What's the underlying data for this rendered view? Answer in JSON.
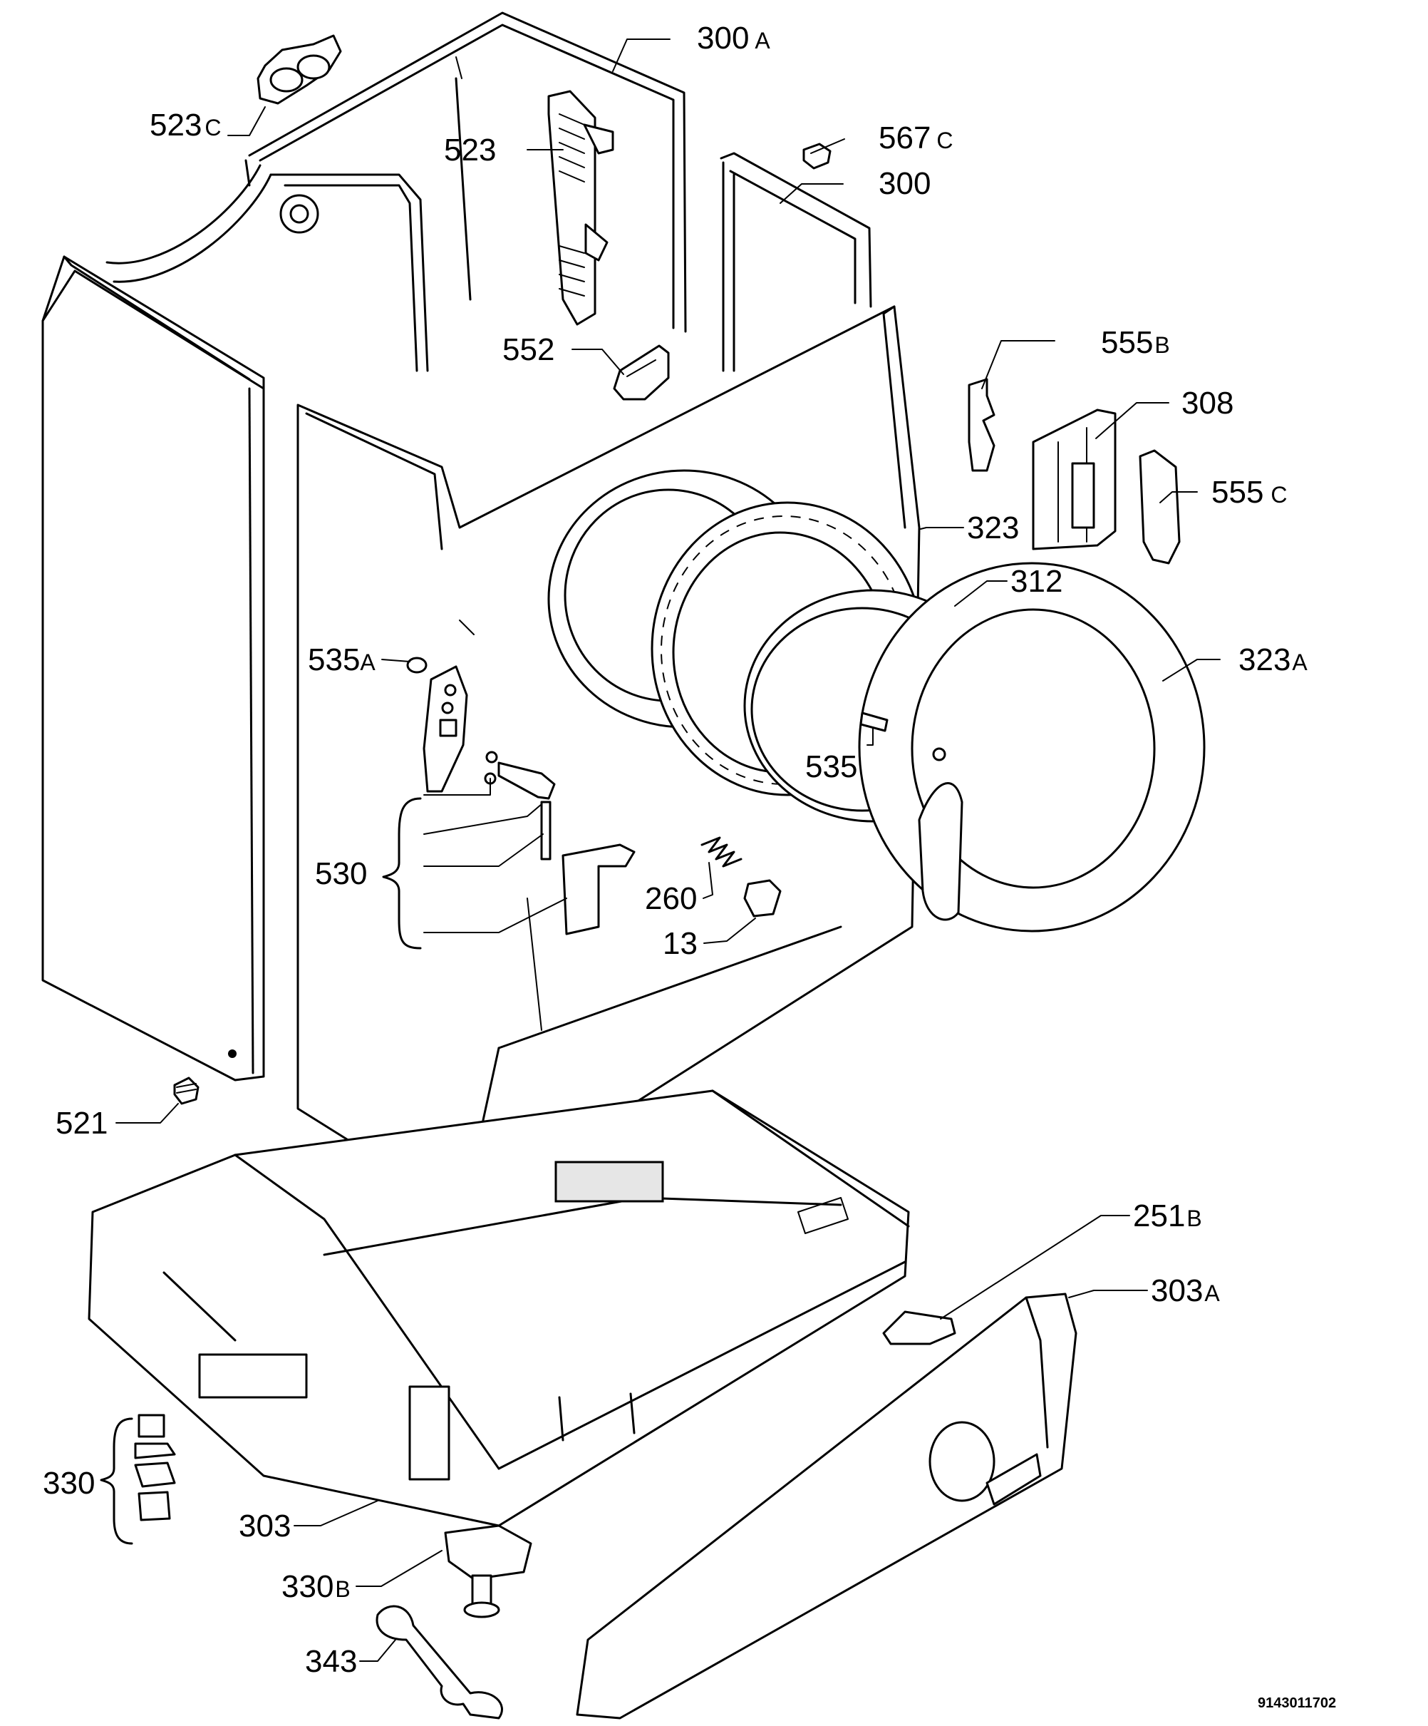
{
  "drawing_number": "9143011702",
  "callouts": [
    {
      "id": "c-523c",
      "base": "523",
      "suffix": "C"
    },
    {
      "id": "c-300a",
      "base": "300",
      "suffix": "A"
    },
    {
      "id": "c-523",
      "base": "523",
      "suffix": ""
    },
    {
      "id": "c-567c",
      "base": "567",
      "suffix": "C"
    },
    {
      "id": "c-300",
      "base": "300",
      "suffix": ""
    },
    {
      "id": "c-552",
      "base": "552",
      "suffix": ""
    },
    {
      "id": "c-555b",
      "base": "555",
      "suffix": "B"
    },
    {
      "id": "c-308",
      "base": "308",
      "suffix": ""
    },
    {
      "id": "c-555c",
      "base": "555",
      "suffix": "C"
    },
    {
      "id": "c-323",
      "base": "323",
      "suffix": ""
    },
    {
      "id": "c-312",
      "base": "312",
      "suffix": ""
    },
    {
      "id": "c-323a",
      "base": "323",
      "suffix": "A"
    },
    {
      "id": "c-535a",
      "base": "535",
      "suffix": "A"
    },
    {
      "id": "c-535",
      "base": "535",
      "suffix": ""
    },
    {
      "id": "c-530",
      "base": "530",
      "suffix": ""
    },
    {
      "id": "c-260",
      "base": "260",
      "suffix": ""
    },
    {
      "id": "c-13",
      "base": "13",
      "suffix": ""
    },
    {
      "id": "c-521",
      "base": "521",
      "suffix": ""
    },
    {
      "id": "c-251b",
      "base": "251",
      "suffix": "B"
    },
    {
      "id": "c-303a",
      "base": "303",
      "suffix": "A"
    },
    {
      "id": "c-330",
      "base": "330",
      "suffix": ""
    },
    {
      "id": "c-303",
      "base": "303",
      "suffix": ""
    },
    {
      "id": "c-330b",
      "base": "330",
      "suffix": "B"
    },
    {
      "id": "c-343",
      "base": "343",
      "suffix": ""
    }
  ]
}
